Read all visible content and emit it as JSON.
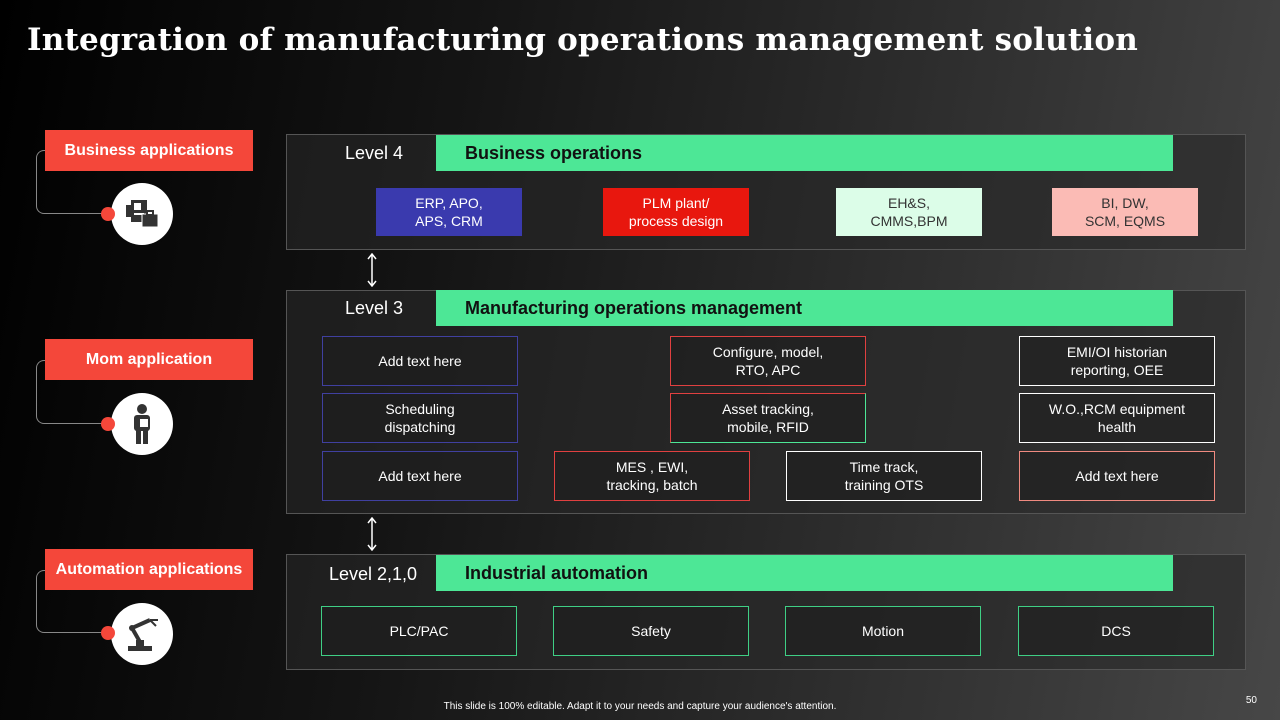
{
  "title": "Integration of manufacturing operations management solution",
  "left": [
    {
      "label": "Business applications",
      "icon": "business-profile-briefcase-icon"
    },
    {
      "label": "Mom application",
      "icon": "person-tablet-icon"
    },
    {
      "label": "Automation applications",
      "icon": "robot-arm-icon"
    }
  ],
  "level4": {
    "level": "Level 4",
    "title": "Business operations",
    "boxes": [
      {
        "text": "ERP, APO,\nAPS, CRM",
        "bg": "#3a3aae",
        "color": "#ffffff"
      },
      {
        "text": "PLM plant/\nprocess design",
        "bg": "#e8170e",
        "color": "#ffffff"
      },
      {
        "text": "EH&S,\nCMMS,BPM",
        "bg": "#dcfde8",
        "color": "#333333"
      },
      {
        "text": "BI, DW,\nSCM, EQMS",
        "bg": "#fbbbb5",
        "color": "#333333"
      }
    ]
  },
  "level3": {
    "level": "Level 3",
    "title": "Manufacturing operations management",
    "boxes": [
      {
        "text": "Add text here",
        "border": "#4040a0"
      },
      {
        "text": "Scheduling\ndispatching",
        "border": "#4040a0"
      },
      {
        "text": "Add text here",
        "border": "#4040a0"
      },
      {
        "text": "Configure, model,\nRTO, APC",
        "border": "#e04040"
      },
      {
        "text": "Asset tracking,\nmobile, RFID",
        "border": "#e04040"
      },
      {
        "text": "MES , EWI,\ntracking, batch",
        "border": "#e04040"
      },
      {
        "text": "Time track,\ntraining OTS",
        "border": "#ffffff"
      },
      {
        "text": "EMI/OI historian\nreporting, OEE",
        "border": "#ffffff"
      },
      {
        "text": "W.O.,RCM equipment\nhealth",
        "border": "#ffffff"
      },
      {
        "text": "Add text here",
        "border": "#f08a80"
      }
    ]
  },
  "level2": {
    "level": "Level 2,1,0",
    "title": "Industrial automation",
    "boxes": [
      {
        "text": "PLC/PAC"
      },
      {
        "text": "Safety"
      },
      {
        "text": "Motion"
      },
      {
        "text": "DCS"
      }
    ]
  },
  "footer": "This slide is 100% editable. Adapt it to your needs and capture your audience's attention.",
  "page": "50"
}
